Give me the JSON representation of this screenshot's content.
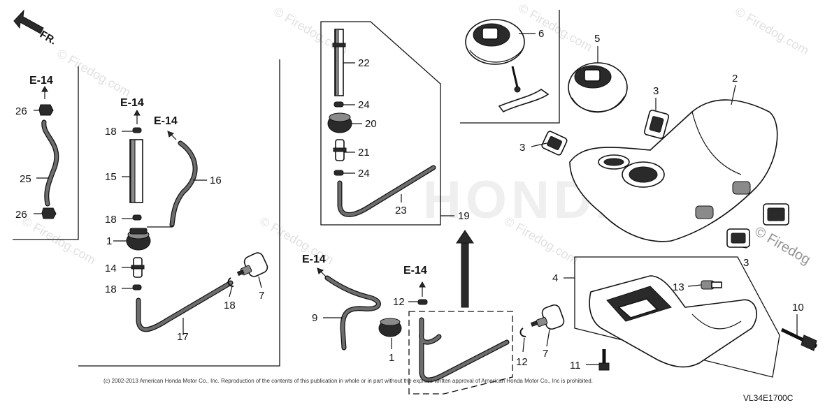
{
  "orientation": {
    "label": "FR.",
    "icon": "arrow-icon"
  },
  "references": [
    "E-14",
    "E-14",
    "E-14",
    "E-14",
    "E-14"
  ],
  "callouts": {
    "c1a": "1",
    "c1b": "1",
    "c2": "2",
    "c3a": "3",
    "c3b": "3",
    "c3c": "3",
    "c4": "4",
    "c5": "5",
    "c6": "6",
    "c7a": "7",
    "c7b": "7",
    "c9": "9",
    "c10": "10",
    "c11": "11",
    "c12a": "12",
    "c12b": "12",
    "c13": "13",
    "c14": "14",
    "c15": "15",
    "c16": "16",
    "c17": "17",
    "c18a": "18",
    "c18b": "18",
    "c18c": "18",
    "c18d": "18",
    "c19": "19",
    "c20": "20",
    "c21": "21",
    "c22": "22",
    "c23": "23",
    "c24a": "24",
    "c24b": "24",
    "c25": "25",
    "c26a": "26",
    "c26b": "26"
  },
  "watermark": {
    "site": "© Firedog.com",
    "brand": "HONDA",
    "partial": "© Firedog"
  },
  "copyright": "(c) 2002-2013 American Honda Motor Co., Inc. Reproduction of the contents of this publication in whole or in part without the express written approval of American Honda Motor Co., Inc is prohibited.",
  "diagram_code": "VL34E1700C"
}
